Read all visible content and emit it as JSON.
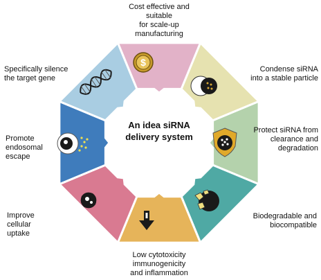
{
  "center_title": "An idea siRNA\ndelivery system",
  "segments": [
    {
      "key": "cost",
      "label": "Cost effective and\nsuitable\nfor scale-up\nmanufacturing",
      "color": "#e2b2c8",
      "icon": "coin-dollar-icon"
    },
    {
      "key": "condense",
      "label": "Condense siRNA\ninto a stable particle",
      "color": "#e6e2b0",
      "icon": "particle-icon"
    },
    {
      "key": "protect",
      "label": "Protect siRNA from\nclearance and\ndegradation",
      "color": "#b4d2ac",
      "icon": "shield-icon"
    },
    {
      "key": "biodeg",
      "label": "Biodegradable and\nbiocompatible",
      "color": "#4fa9a4",
      "icon": "broken-particle-icon"
    },
    {
      "key": "toxicity",
      "label": "Low cytotoxicity\nimmunogenicity\nand inflammation",
      "color": "#e6b45a",
      "icon": "down-arrow-warning-icon"
    },
    {
      "key": "uptake",
      "label": "Improve\ncellular\nuptake",
      "color": "#d97a91",
      "icon": "cell-uptake-icon"
    },
    {
      "key": "escape",
      "label": "Promote\nendosomal\nescape",
      "color": "#3f7cbc",
      "icon": "endosome-escape-icon"
    },
    {
      "key": "silence",
      "label": "Specifically silence\nthe target gene",
      "color": "#a9cde2",
      "icon": "dna-icon"
    }
  ]
}
